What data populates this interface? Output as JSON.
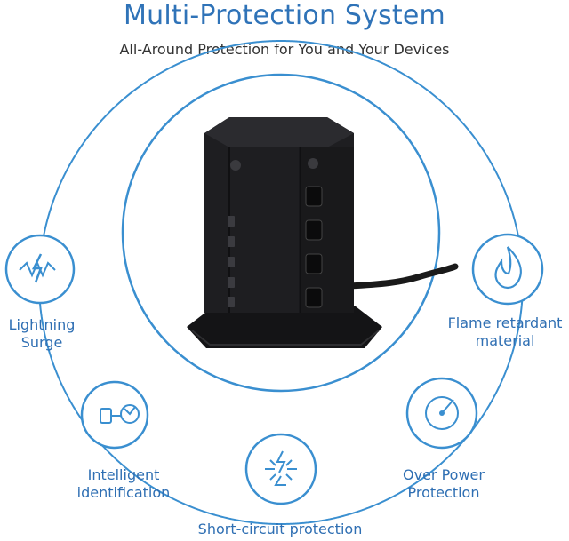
{
  "header": {
    "title": "Multi-Protection System",
    "subtitle": "All-Around Protection for You and Your Devices"
  },
  "features": [
    {
      "label": "Lightning\nSurge",
      "icon": "lightning-surge-icon"
    },
    {
      "label": "Flame retardant\nmaterial",
      "icon": "flame-icon"
    },
    {
      "label": "Intelligent\nidentification",
      "icon": "smart-identification-icon"
    },
    {
      "label": "Over Power\nProtection",
      "icon": "power-gauge-icon"
    },
    {
      "label": "Short-circuit protection",
      "icon": "short-circuit-icon"
    }
  ],
  "colors": {
    "accent": "#2f73b8",
    "ring": "#3a8fd0",
    "product": "#1c1c1e"
  }
}
